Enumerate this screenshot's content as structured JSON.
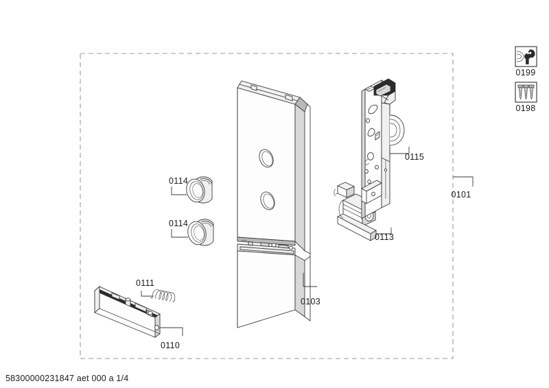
{
  "document": {
    "type": "exploded-parts-diagram",
    "caption": "58300000231847 aet 000 a 1/4"
  },
  "assembly": {
    "group_label": "0101",
    "group_label_name": "assembly-group-number"
  },
  "parts": [
    {
      "number": "0103",
      "name": "door-panel",
      "description": "Appliance door front panel with two circular cut-outs"
    },
    {
      "number": "0114",
      "name": "control-knob-upper",
      "description": "Rotary control knob"
    },
    {
      "number": "0114",
      "name": "control-knob-lower",
      "description": "Rotary control knob"
    },
    {
      "number": "0110",
      "name": "handle-bar",
      "description": "Door handle bar"
    },
    {
      "number": "0111",
      "name": "coil-spring",
      "description": "Coil spring"
    },
    {
      "number": "0113",
      "name": "hinge-roller",
      "description": "Hinge roller bracket"
    },
    {
      "number": "0115",
      "name": "door-lock-assembly",
      "description": "Door lock / switch bracket assembly"
    }
  ],
  "legend_icons": [
    {
      "number": "0199",
      "name": "tool-wrench-icon",
      "description": "Special tool / wrench symbol"
    },
    {
      "number": "0198",
      "name": "screws-fasteners-icon",
      "description": "Screws and fasteners symbol"
    }
  ],
  "labels": {
    "p0103": "0103",
    "p0110": "0110",
    "p0111": "0111",
    "p0113": "0113",
    "p0114_upper": "0114",
    "p0114_lower": "0114",
    "p0115": "0115",
    "p0101": "0101",
    "i0199": "0199",
    "i0198": "0198"
  },
  "colors": {
    "background": "#ffffff",
    "outline": "#3a3a3a",
    "frame_dashed": "#9a9a9a",
    "text": "#1a1a1a",
    "shade_light": "#fdfdfd",
    "shade_mid": "#f0f0f0",
    "shade_dark": "#d8d8d8",
    "shade_black": "#2b2b2b"
  }
}
